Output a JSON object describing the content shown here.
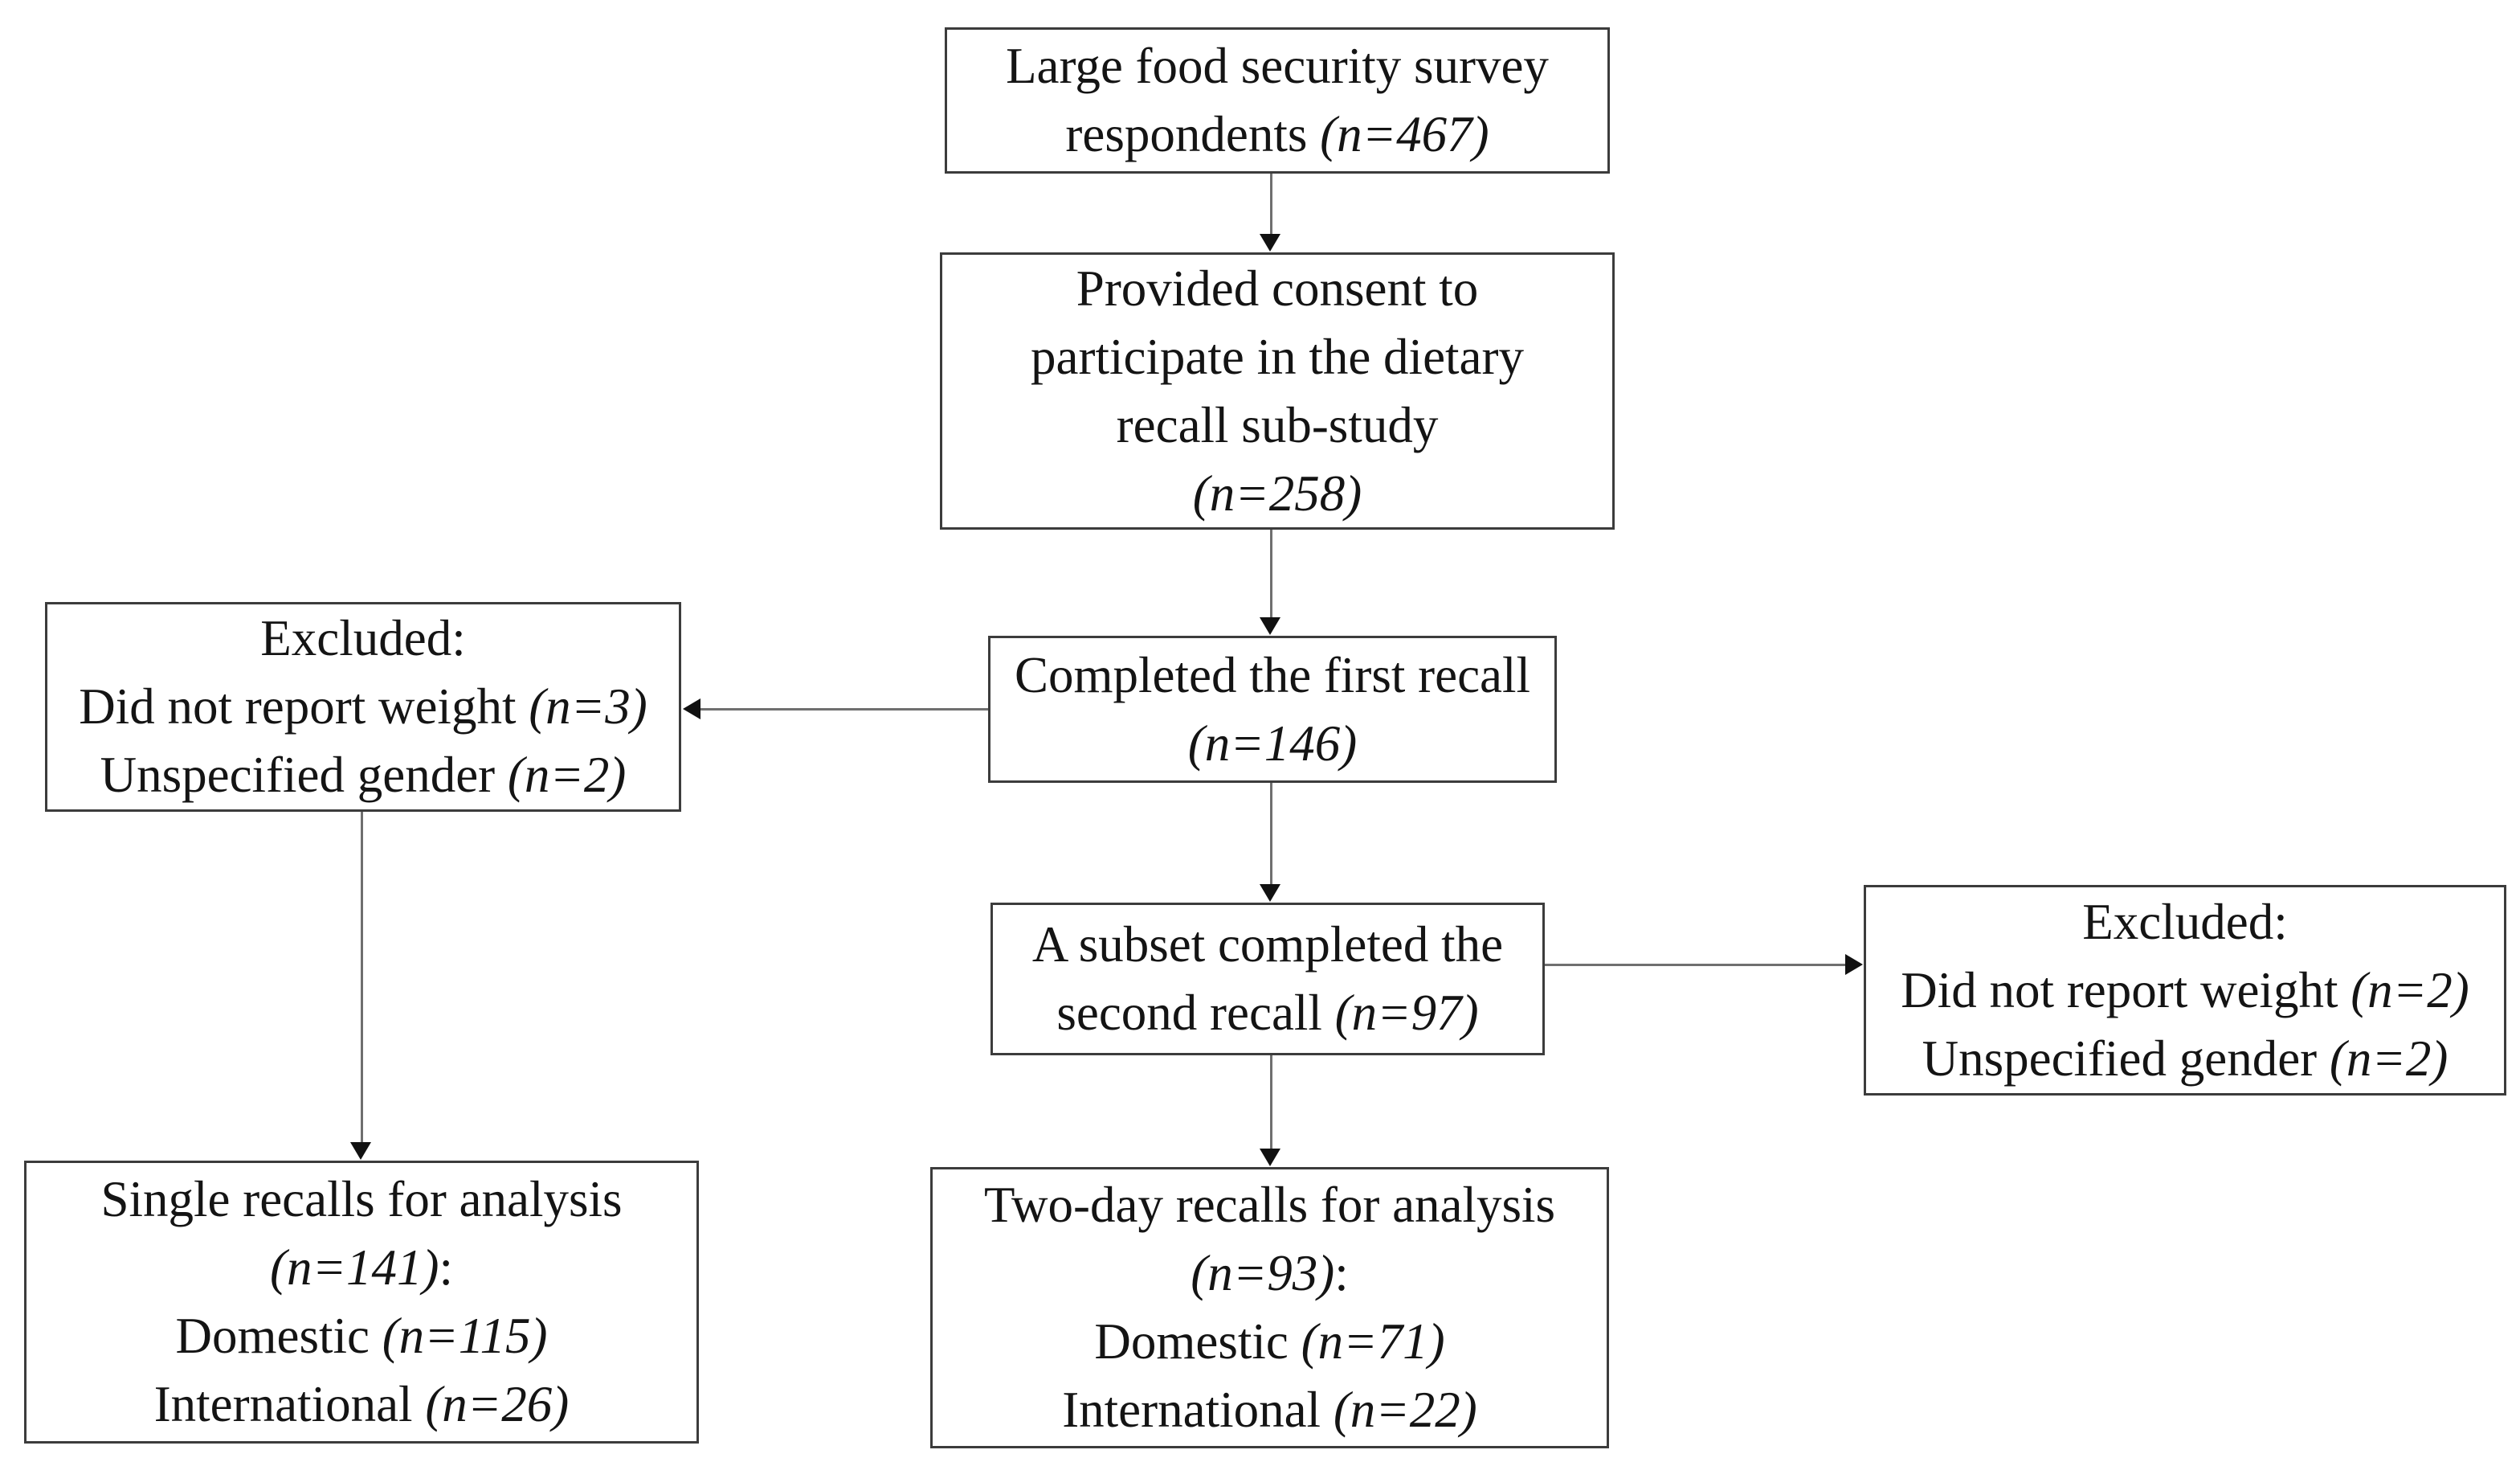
{
  "colors": {
    "bg": "#ffffff",
    "border": "#3c3c3c",
    "connector": "#6f6f6f",
    "arrowhead": "#111111",
    "text": "#141414"
  },
  "boxes": {
    "survey": {
      "lines": [
        [
          {
            "text": "Large food security survey",
            "italic": false
          }
        ],
        [
          {
            "text": "respondents ",
            "italic": false
          },
          {
            "text": "(n=467)",
            "italic": true
          }
        ]
      ]
    },
    "consent": {
      "lines": [
        [
          {
            "text": "Provided consent to",
            "italic": false
          }
        ],
        [
          {
            "text": "participate in the dietary",
            "italic": false
          }
        ],
        [
          {
            "text": "recall sub-study",
            "italic": false
          }
        ],
        [
          {
            "text": "(n=258)",
            "italic": true
          }
        ]
      ]
    },
    "first_recall": {
      "lines": [
        [
          {
            "text": "Completed the first recall",
            "italic": false
          }
        ],
        [
          {
            "text": "(n=146)",
            "italic": true
          }
        ]
      ]
    },
    "excluded_first": {
      "lines": [
        [
          {
            "text": "Excluded:",
            "italic": false
          }
        ],
        [
          {
            "text": "Did not report weight ",
            "italic": false
          },
          {
            "text": "(n=3)",
            "italic": true
          }
        ],
        [
          {
            "text": "Unspecified gender ",
            "italic": false
          },
          {
            "text": "(n=2)",
            "italic": true
          }
        ]
      ]
    },
    "second_recall": {
      "lines": [
        [
          {
            "text": "A subset completed the",
            "italic": false
          }
        ],
        [
          {
            "text": "second recall ",
            "italic": false
          },
          {
            "text": "(n=97)",
            "italic": true
          }
        ]
      ]
    },
    "excluded_second": {
      "lines": [
        [
          {
            "text": "Excluded:",
            "italic": false
          }
        ],
        [
          {
            "text": "Did not report weight ",
            "italic": false
          },
          {
            "text": "(n=2)",
            "italic": true
          }
        ],
        [
          {
            "text": "Unspecified gender ",
            "italic": false
          },
          {
            "text": "(n=2)",
            "italic": true
          }
        ]
      ]
    },
    "single_recalls": {
      "lines": [
        [
          {
            "text": "Single recalls for analysis",
            "italic": false
          }
        ],
        [
          {
            "text": "(n=141)",
            "italic": true
          },
          {
            "text": ":",
            "italic": false
          }
        ],
        [
          {
            "text": "Domestic ",
            "italic": false
          },
          {
            "text": "(n=115)",
            "italic": true
          }
        ],
        [
          {
            "text": "International ",
            "italic": false
          },
          {
            "text": "(n=26)",
            "italic": true
          }
        ]
      ]
    },
    "two_day_recalls": {
      "lines": [
        [
          {
            "text": "Two-day recalls for analysis",
            "italic": false
          }
        ],
        [
          {
            "text": "(n=93)",
            "italic": true
          },
          {
            "text": ":",
            "italic": false
          }
        ],
        [
          {
            "text": "Domestic ",
            "italic": false
          },
          {
            "text": "(n=71)",
            "italic": true
          }
        ],
        [
          {
            "text": "International ",
            "italic": false
          },
          {
            "text": "(n=22)",
            "italic": true
          }
        ]
      ]
    }
  }
}
